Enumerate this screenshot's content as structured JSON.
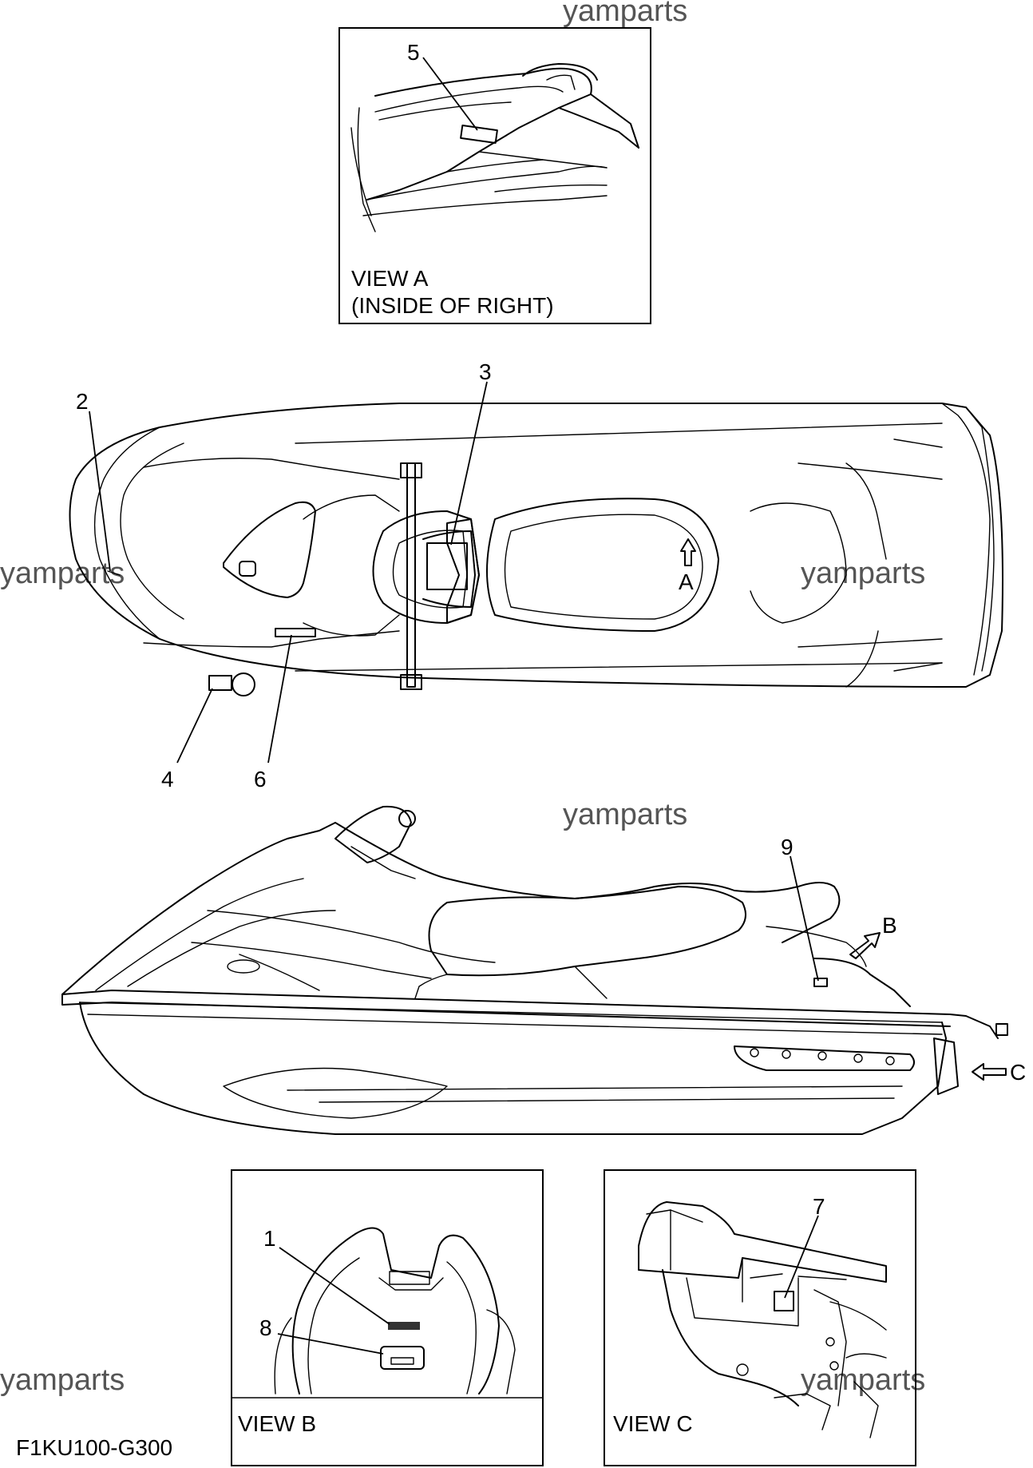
{
  "watermarks": [
    "yamparts",
    "yamparts",
    "yamparts",
    "yamparts",
    "yamparts",
    "yamparts"
  ],
  "diagram_code": "F1KU100-G300",
  "view_a": {
    "title": "VIEW A",
    "subtitle": "(INSIDE OF RIGHT)"
  },
  "view_b": {
    "title": "VIEW B"
  },
  "view_c": {
    "title": "VIEW C"
  },
  "view_markers": {
    "a": "A",
    "b": "B",
    "c": "C"
  },
  "callouts": {
    "c1": "1",
    "c2": "2",
    "c3": "3",
    "c4": "4",
    "c5": "5",
    "c6": "6",
    "c7": "7",
    "c8": "8",
    "c9": "9"
  }
}
